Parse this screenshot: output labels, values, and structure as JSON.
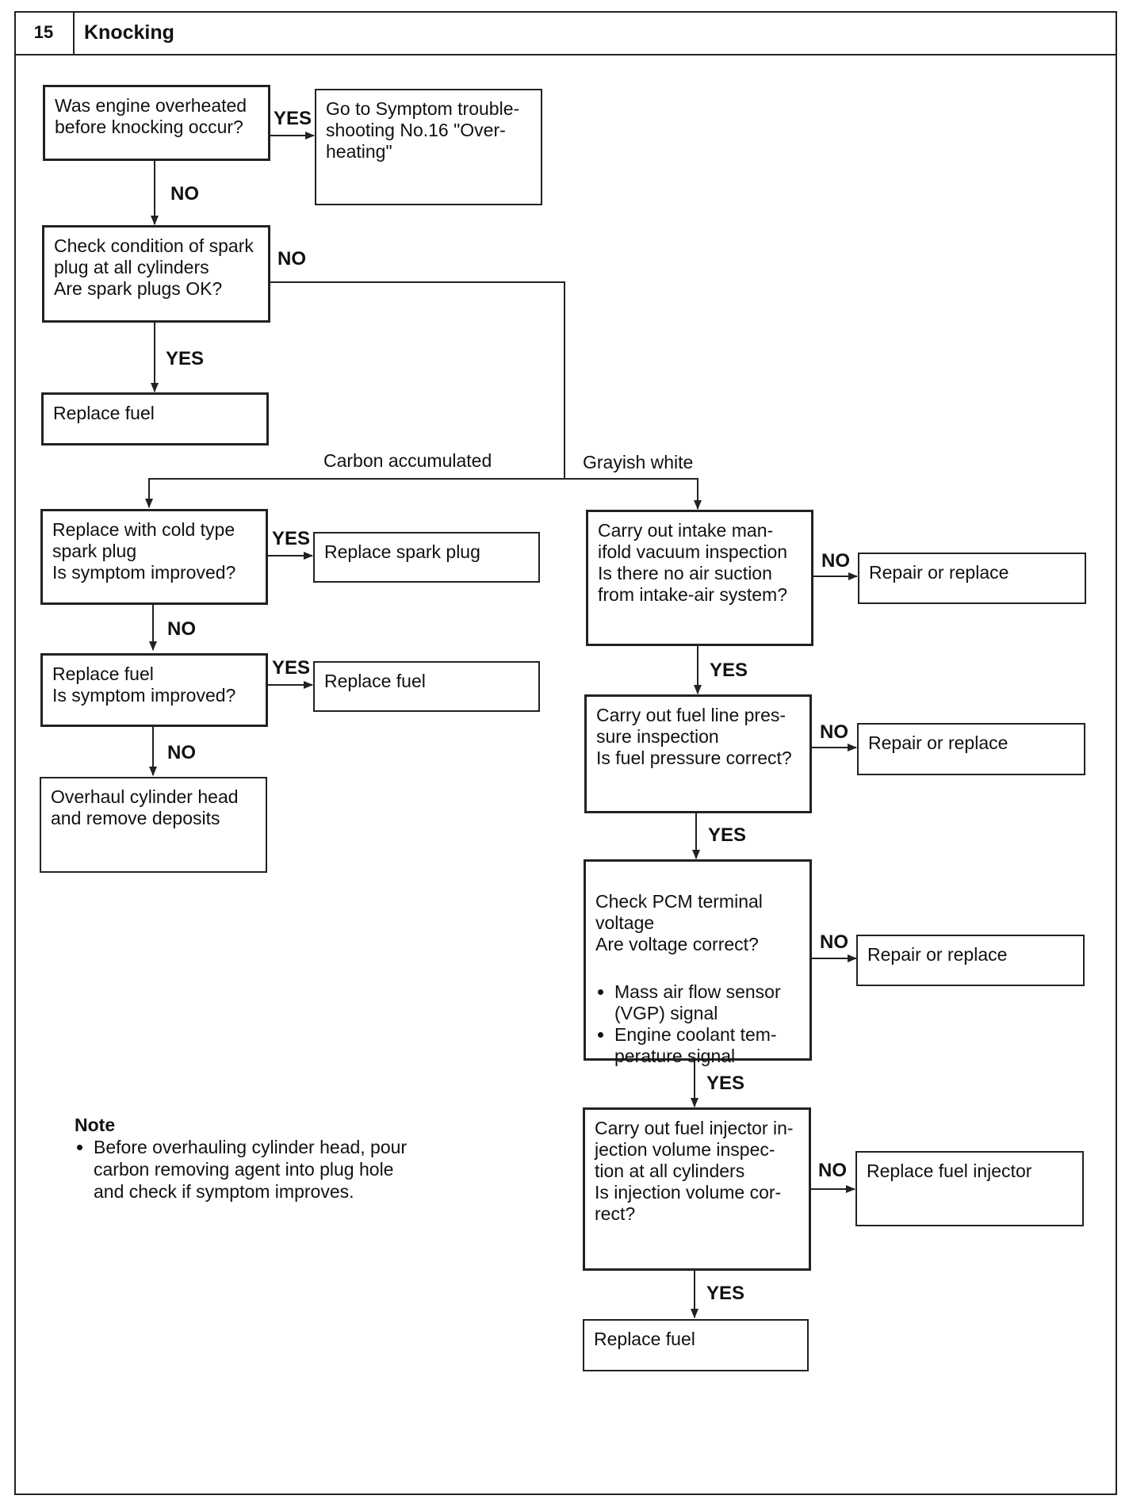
{
  "header": {
    "number": "15",
    "title": "Knocking"
  },
  "nodes": {
    "q_overheat": "Was engine overheated before knocking occur?",
    "go_overheating": "Go to Symptom trouble-shooting No.16 \"Over-heating\"",
    "q_spark_plug": "Check condition of spark plug at all cylinders\nAre spark plugs OK?",
    "replace_fuel_1": "Replace fuel",
    "q_cold_type": "Replace with cold type spark plug\nIs symptom improved?",
    "replace_spark_plug": "Replace spark plug",
    "q_replace_fuel": "Replace fuel\nIs symptom improved?",
    "replace_fuel_2": "Replace fuel",
    "overhaul": "Overhaul cylinder head and remove deposits",
    "q_intake": "Carry out intake man-ifold vacuum inspection\nIs there no air suction from intake-air system?",
    "repair_1": "Repair or replace",
    "q_fuel_pressure": "Carry out fuel line pres-sure inspection\nIs fuel pressure correct?",
    "repair_2": "Repair or replace",
    "q_pcm": "Check PCM terminal voltage\nAre voltage correct?",
    "pcm_items": [
      "Mass air flow sensor (VGP) signal",
      "Engine coolant tem-perature signal"
    ],
    "repair_3": "Repair or replace",
    "q_injector": "Carry out fuel injector in-jection volume inspec-tion at all cylinders\nIs injection volume cor-rect?",
    "replace_injector": "Replace fuel injector",
    "replace_fuel_3": "Replace fuel"
  },
  "labels": {
    "yes": "YES",
    "no": "NO"
  },
  "branches": {
    "carbon": "Carbon accumulated",
    "grayish": "Grayish white"
  },
  "note": {
    "title": "Note",
    "items": [
      "Before overhauling cylinder head, pour carbon removing agent into plug hole and check if symptom improves."
    ]
  }
}
